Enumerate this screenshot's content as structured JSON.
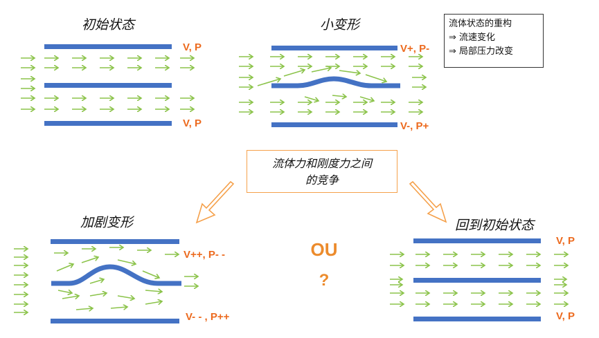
{
  "panels": {
    "initial": {
      "title": "初始状态",
      "top_label": "V, P",
      "bottom_label": "V, P"
    },
    "small": {
      "title": "小变形",
      "top_label": "V+, P-",
      "bottom_label": "V-, P+"
    },
    "increase": {
      "title": "加剧变形",
      "top_label": "V++, P- -",
      "bottom_label": "V- - , P++"
    },
    "return": {
      "title": "回到初始状态",
      "top_label": "V, P",
      "bottom_label": "V, P"
    }
  },
  "legend": {
    "line1": "流体状态的重构",
    "line2": "⇒ 流速变化",
    "line3": "⇒ 局部压力改变"
  },
  "center_box": {
    "line1": "流体力和刚度力之间",
    "line2": "的竞争"
  },
  "outcome": {
    "ou": "OU",
    "question": "?"
  },
  "colors": {
    "plate": "#4472c4",
    "arrow": "#8bc34a",
    "label": "#ec6a1e",
    "accent_arrow": "#f5a04a"
  }
}
